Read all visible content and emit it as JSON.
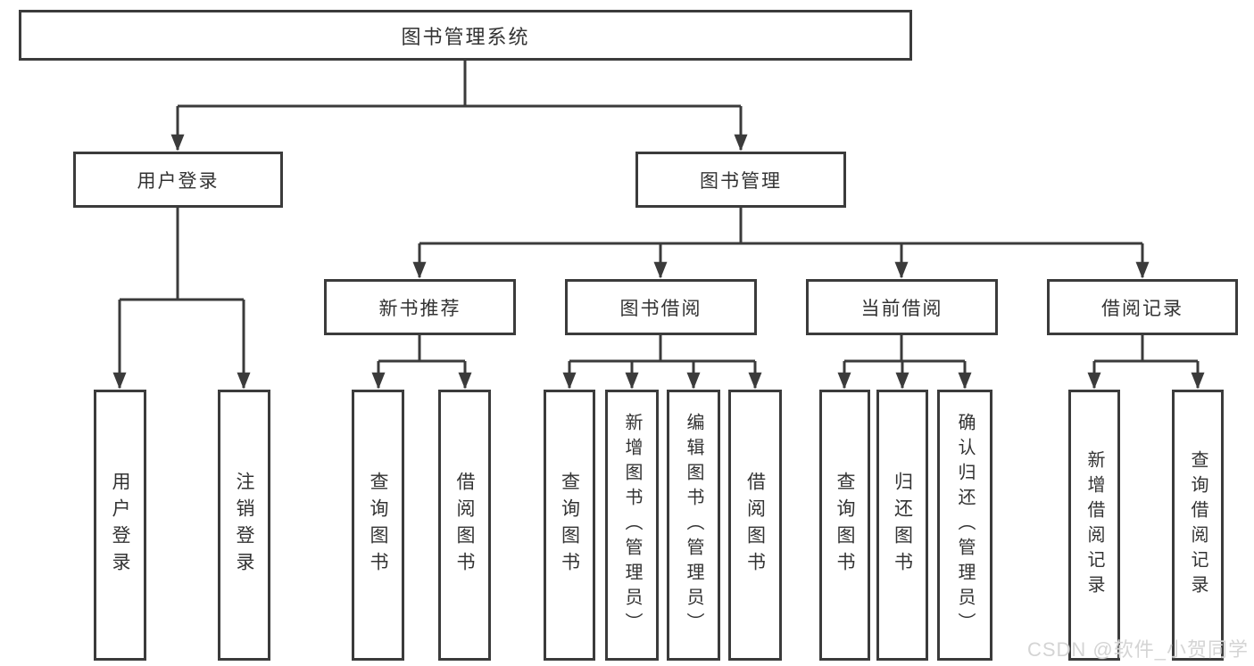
{
  "tree": {
    "root": "图书管理系统",
    "branches": [
      {
        "label": "用户登录",
        "children": [
          {
            "label": "用户登录"
          },
          {
            "label": "注销登录"
          }
        ]
      },
      {
        "label": "图书管理",
        "children": [
          {
            "label": "新书推荐",
            "children": [
              {
                "label": "查询图书"
              },
              {
                "label": "借阅图书"
              }
            ]
          },
          {
            "label": "图书借阅",
            "children": [
              {
                "label": "查询图书"
              },
              {
                "label": "新增图书（管理员）"
              },
              {
                "label": "编辑图书（管理员）"
              },
              {
                "label": "借阅图书"
              }
            ]
          },
          {
            "label": "当前借阅",
            "children": [
              {
                "label": "查询图书"
              },
              {
                "label": "归还图书"
              },
              {
                "label": "确认归还（管理员）"
              }
            ]
          },
          {
            "label": "借阅记录",
            "children": [
              {
                "label": "新增借阅记录"
              },
              {
                "label": "查询借阅记录"
              }
            ]
          }
        ]
      }
    ]
  },
  "watermark": {
    "text": "CSDN @软件_小贺同学"
  },
  "colors": {
    "line": "#3b3b3b",
    "text": "#333333",
    "background": "#ffffff",
    "watermark": "#d2d2d2"
  }
}
